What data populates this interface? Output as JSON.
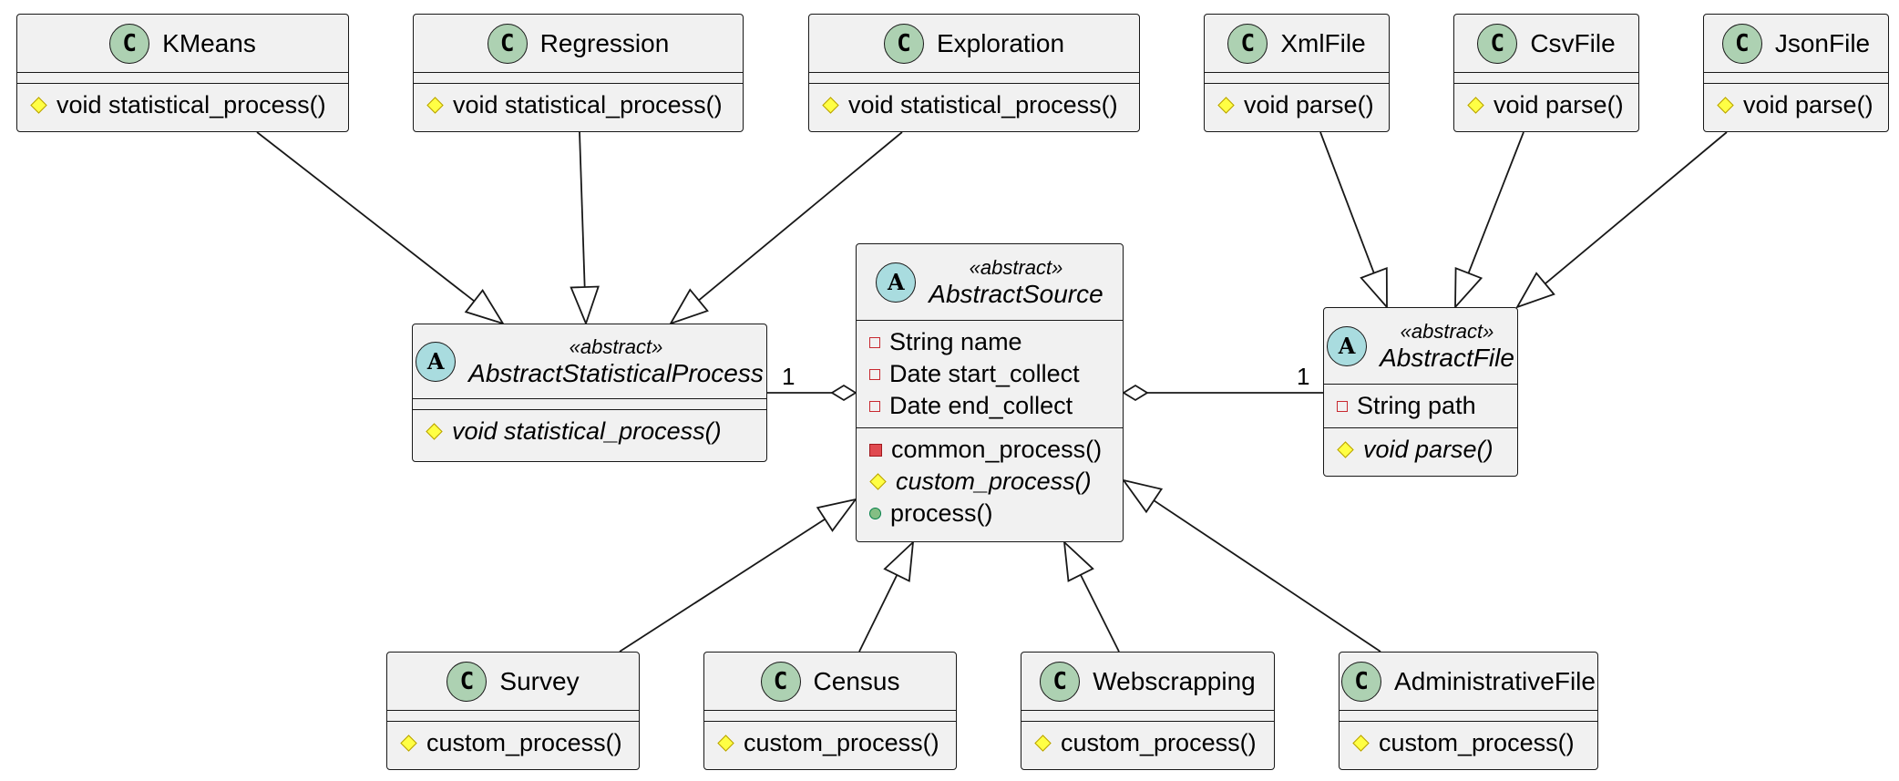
{
  "classes": {
    "kmeans": {
      "type": "C",
      "name": "KMeans",
      "methods": [
        {
          "vis": "protected",
          "text": "void statistical_process()"
        }
      ]
    },
    "regression": {
      "type": "C",
      "name": "Regression",
      "methods": [
        {
          "vis": "protected",
          "text": "void statistical_process()"
        }
      ]
    },
    "exploration": {
      "type": "C",
      "name": "Exploration",
      "methods": [
        {
          "vis": "protected",
          "text": "void statistical_process()"
        }
      ]
    },
    "xmlfile": {
      "type": "C",
      "name": "XmlFile",
      "methods": [
        {
          "vis": "protected",
          "text": "void parse()"
        }
      ]
    },
    "csvfile": {
      "type": "C",
      "name": "CsvFile",
      "methods": [
        {
          "vis": "protected",
          "text": "void parse()"
        }
      ]
    },
    "jsonfile": {
      "type": "C",
      "name": "JsonFile",
      "methods": [
        {
          "vis": "protected",
          "text": "void parse()"
        }
      ]
    },
    "abstract_statistical_process": {
      "type": "A",
      "stereotype": "«abstract»",
      "name": "AbstractStatisticalProcess",
      "methods": [
        {
          "vis": "protected",
          "text": "void statistical_process()",
          "italic": true
        }
      ]
    },
    "abstract_source": {
      "type": "A",
      "stereotype": "«abstract»",
      "name": "AbstractSource",
      "fields": [
        {
          "vis": "private",
          "text": "String name"
        },
        {
          "vis": "private",
          "text": "Date start_collect"
        },
        {
          "vis": "private",
          "text": "Date end_collect"
        }
      ],
      "methods": [
        {
          "vis": "private-method",
          "text": "common_process()"
        },
        {
          "vis": "protected",
          "text": "custom_process()",
          "italic": true
        },
        {
          "vis": "public",
          "text": "process()"
        }
      ]
    },
    "abstract_file": {
      "type": "A",
      "stereotype": "«abstract»",
      "name": "AbstractFile",
      "fields": [
        {
          "vis": "private",
          "text": "String path"
        }
      ],
      "methods": [
        {
          "vis": "protected",
          "text": "void parse()",
          "italic": true
        }
      ]
    },
    "survey": {
      "type": "C",
      "name": "Survey",
      "methods": [
        {
          "vis": "protected",
          "text": "custom_process()"
        }
      ]
    },
    "census": {
      "type": "C",
      "name": "Census",
      "methods": [
        {
          "vis": "protected",
          "text": "custom_process()"
        }
      ]
    },
    "webscrapping": {
      "type": "C",
      "name": "Webscrapping",
      "methods": [
        {
          "vis": "protected",
          "text": "custom_process()"
        }
      ]
    },
    "administrative_file": {
      "type": "C",
      "name": "AdministrativeFile",
      "methods": [
        {
          "vis": "protected",
          "text": "custom_process()"
        }
      ]
    }
  },
  "relations": [
    {
      "kind": "inheritance",
      "from": "kmeans",
      "to": "abstract_statistical_process"
    },
    {
      "kind": "inheritance",
      "from": "regression",
      "to": "abstract_statistical_process"
    },
    {
      "kind": "inheritance",
      "from": "exploration",
      "to": "abstract_statistical_process"
    },
    {
      "kind": "inheritance",
      "from": "xmlfile",
      "to": "abstract_file"
    },
    {
      "kind": "inheritance",
      "from": "csvfile",
      "to": "abstract_file"
    },
    {
      "kind": "inheritance",
      "from": "jsonfile",
      "to": "abstract_file"
    },
    {
      "kind": "inheritance",
      "from": "survey",
      "to": "abstract_source"
    },
    {
      "kind": "inheritance",
      "from": "census",
      "to": "abstract_source"
    },
    {
      "kind": "inheritance",
      "from": "webscrapping",
      "to": "abstract_source"
    },
    {
      "kind": "inheritance",
      "from": "administrative_file",
      "to": "abstract_source"
    },
    {
      "kind": "aggregation",
      "whole": "abstract_source",
      "part": "abstract_statistical_process",
      "multiplicity": "1"
    },
    {
      "kind": "aggregation",
      "whole": "abstract_source",
      "part": "abstract_file",
      "multiplicity": "1"
    }
  ]
}
